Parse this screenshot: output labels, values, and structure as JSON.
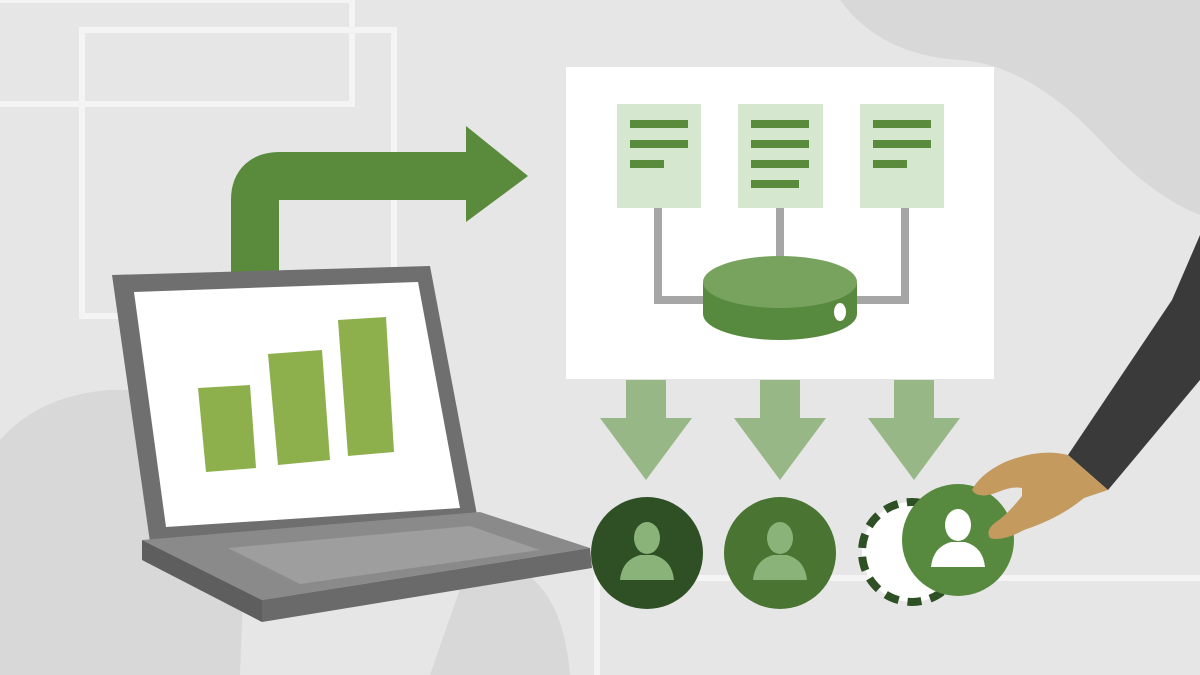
{
  "illustration": {
    "nodes": [
      {
        "id": "laptop",
        "icon": "laptop-icon",
        "screen_content": "bar-chart-icon",
        "bars": 3
      },
      {
        "id": "upload-arrow",
        "icon": "arrow-right-icon"
      },
      {
        "id": "server-panel",
        "documents": 3,
        "database": "database-icon"
      },
      {
        "id": "distribution-arrows",
        "icon": "arrow-down-icon",
        "count": 3
      },
      {
        "id": "users",
        "icon": "user-icon",
        "count": 3,
        "states": [
          "dark",
          "medium",
          "selected"
        ]
      },
      {
        "id": "hand",
        "icon": "hand-pointer-icon"
      }
    ],
    "colors": {
      "background": "#e6e6e6",
      "background_shapes": "#dcdcdc",
      "panel": "#ffffff",
      "document": "#d5e8cf",
      "document_lines": "#5a8a3c",
      "database_top": "#78a35e",
      "database_side": "#578a3f",
      "arrow_green": "#5a8a3c",
      "arrow_light_green": "#97b886",
      "laptop_body": "#6f6f6f",
      "laptop_base": "#8a8a8a",
      "chart_bar": "#8daf4c",
      "user_dark": "#2f5024",
      "user_medium": "#4a7432",
      "user_selected": "#578a3f",
      "skin": "#c49a5e",
      "sleeve": "#3a3a3a"
    }
  }
}
